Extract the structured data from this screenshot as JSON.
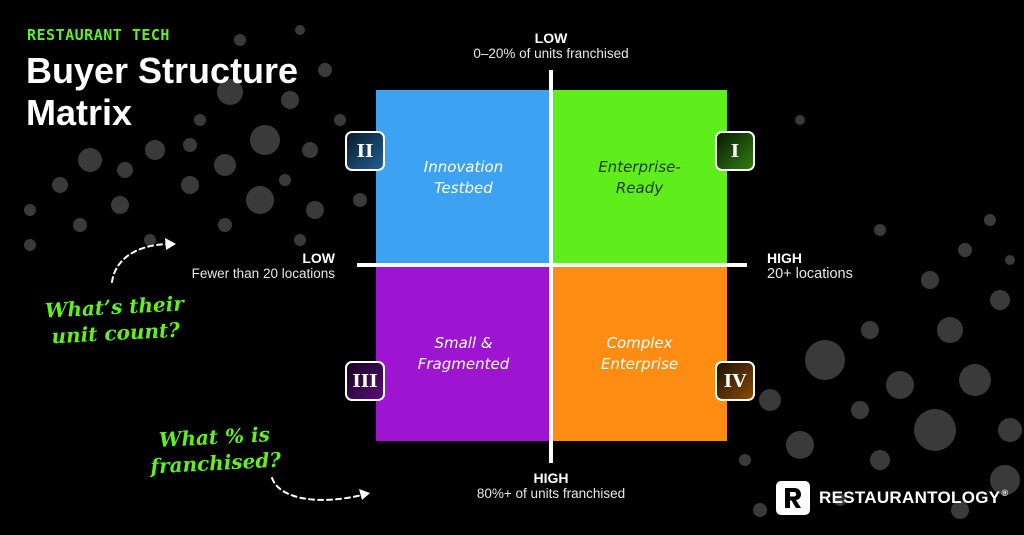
{
  "header": {
    "kicker": "RESTAURANT TECH",
    "title_line1": "Buyer Structure",
    "title_line2": "Matrix"
  },
  "axes": {
    "top": {
      "head": "LOW",
      "sub": "0–20% of units franchised"
    },
    "bottom": {
      "head": "HIGH",
      "sub": "80%+ of units franchised"
    },
    "left": {
      "head": "LOW",
      "sub": "Fewer than 20 locations"
    },
    "right": {
      "head": "HIGH",
      "sub": "20+ locations"
    }
  },
  "quadrants": {
    "q1": {
      "numeral": "I",
      "line1": "Enterprise-",
      "line2": "Ready",
      "color": "#5fee1c"
    },
    "q2": {
      "numeral": "II",
      "line1": "Innovation",
      "line2": "Testbed",
      "color": "#3da2f1"
    },
    "q3": {
      "numeral": "III",
      "line1": "Small &",
      "line2": "Fragmented",
      "color": "#9d15d0"
    },
    "q4": {
      "numeral": "IV",
      "line1": "Complex",
      "line2": "Enterprise",
      "color": "#fd8c13"
    }
  },
  "annotations": {
    "unit_count": {
      "line1": "What’s their",
      "line2": "unit count?"
    },
    "franchised": {
      "line1": "What % is",
      "line2": "franchised?"
    }
  },
  "brand": {
    "name": "RESTAURANTOLOGY",
    "reg": "®",
    "logo_letter_icon": "r-logo-icon"
  },
  "colors": {
    "accent_green": "#5ff01e",
    "background": "#000000",
    "dots": "#4a4a4a"
  }
}
